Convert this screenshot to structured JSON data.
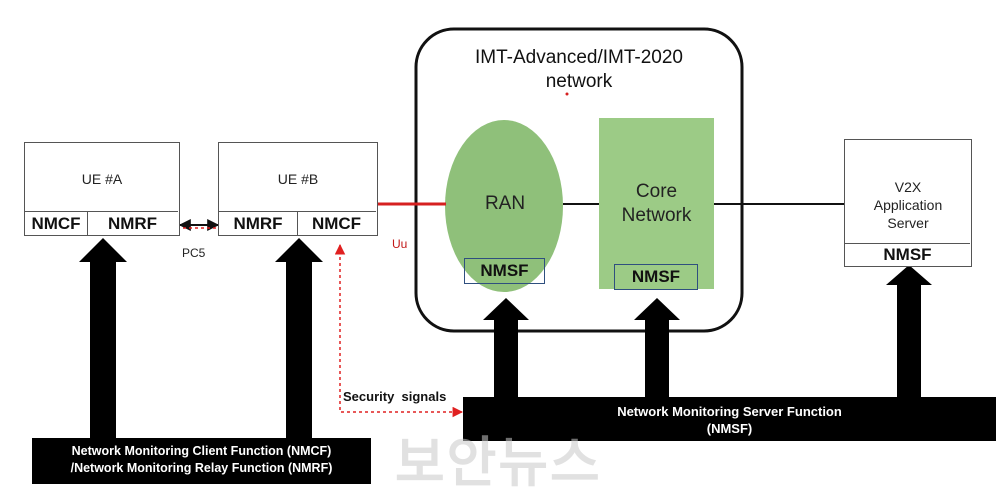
{
  "network": {
    "title_line1": "IMT-Advanced/IMT-2020",
    "title_line2": "network",
    "ran": {
      "label": "RAN",
      "nmsf": "NMSF"
    },
    "core": {
      "label_line1": "Core",
      "label_line2": "Network",
      "nmsf": "NMSF"
    }
  },
  "ue_a": {
    "title": "UE #A",
    "left_fn": "NMCF",
    "right_fn": "NMRF"
  },
  "ue_b": {
    "title": "UE #B",
    "left_fn": "NMRF",
    "right_fn": "NMCF"
  },
  "v2x": {
    "line1": "V2X",
    "line2": "Application",
    "line3": "Server",
    "nmsf": "NMSF"
  },
  "links": {
    "pc5": "PC5",
    "uu": "Uu"
  },
  "security_signals": "Security  signals",
  "server_bar": {
    "line1": "Network Monitoring Server Function",
    "line2": "(NMSF)"
  },
  "client_bar": {
    "line1": "Network Monitoring Client Function (NMCF)",
    "line2": "/Network Monitoring Relay Function (NMRF)"
  },
  "watermark": "보안뉴스",
  "colors": {
    "ellipse": "#8fc07a",
    "core": "#9ccb86",
    "uu_link": "#d62020",
    "security_line": "#e02020",
    "bar": "#000000"
  }
}
